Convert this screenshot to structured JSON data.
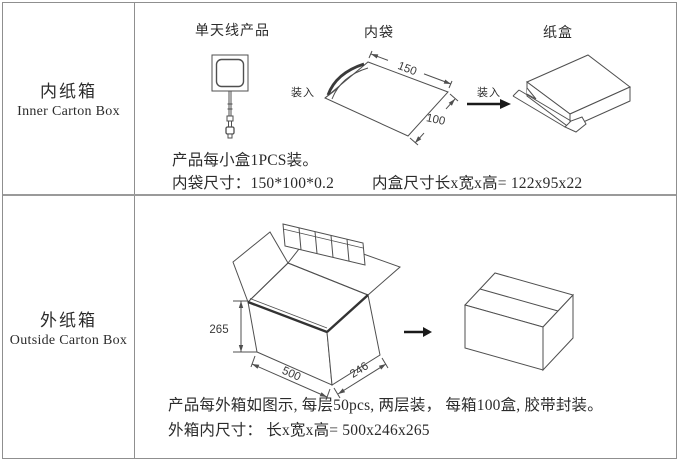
{
  "colors": {
    "border": "#8f8f8f",
    "line": "#4f4f4f",
    "text": "#2b2b2b"
  },
  "inner": {
    "row_label_cn": "内纸箱",
    "row_label_en": "Inner Carton Box",
    "header_product": "单天线产品",
    "header_bag": "内袋",
    "header_box": "纸盒",
    "load_label": "装入",
    "dim_length": "150",
    "dim_width": "100",
    "note1": "产品每小盒1PCS装。",
    "note2a": "内袋尺寸：150*100*0.2",
    "note2b": "内盒尺寸长x宽x高= 122x95x22"
  },
  "outer": {
    "row_label_cn": "外纸箱",
    "row_label_en": "Outside Carton Box",
    "dim_height": "265",
    "dim_length": "500",
    "dim_width": "246",
    "note1": "产品每外箱如图示, 每层50pcs, 两层装， 每箱100盒, 胶带封装。",
    "note2": "外箱内尺寸： 长x宽x高= 500x246x265"
  }
}
